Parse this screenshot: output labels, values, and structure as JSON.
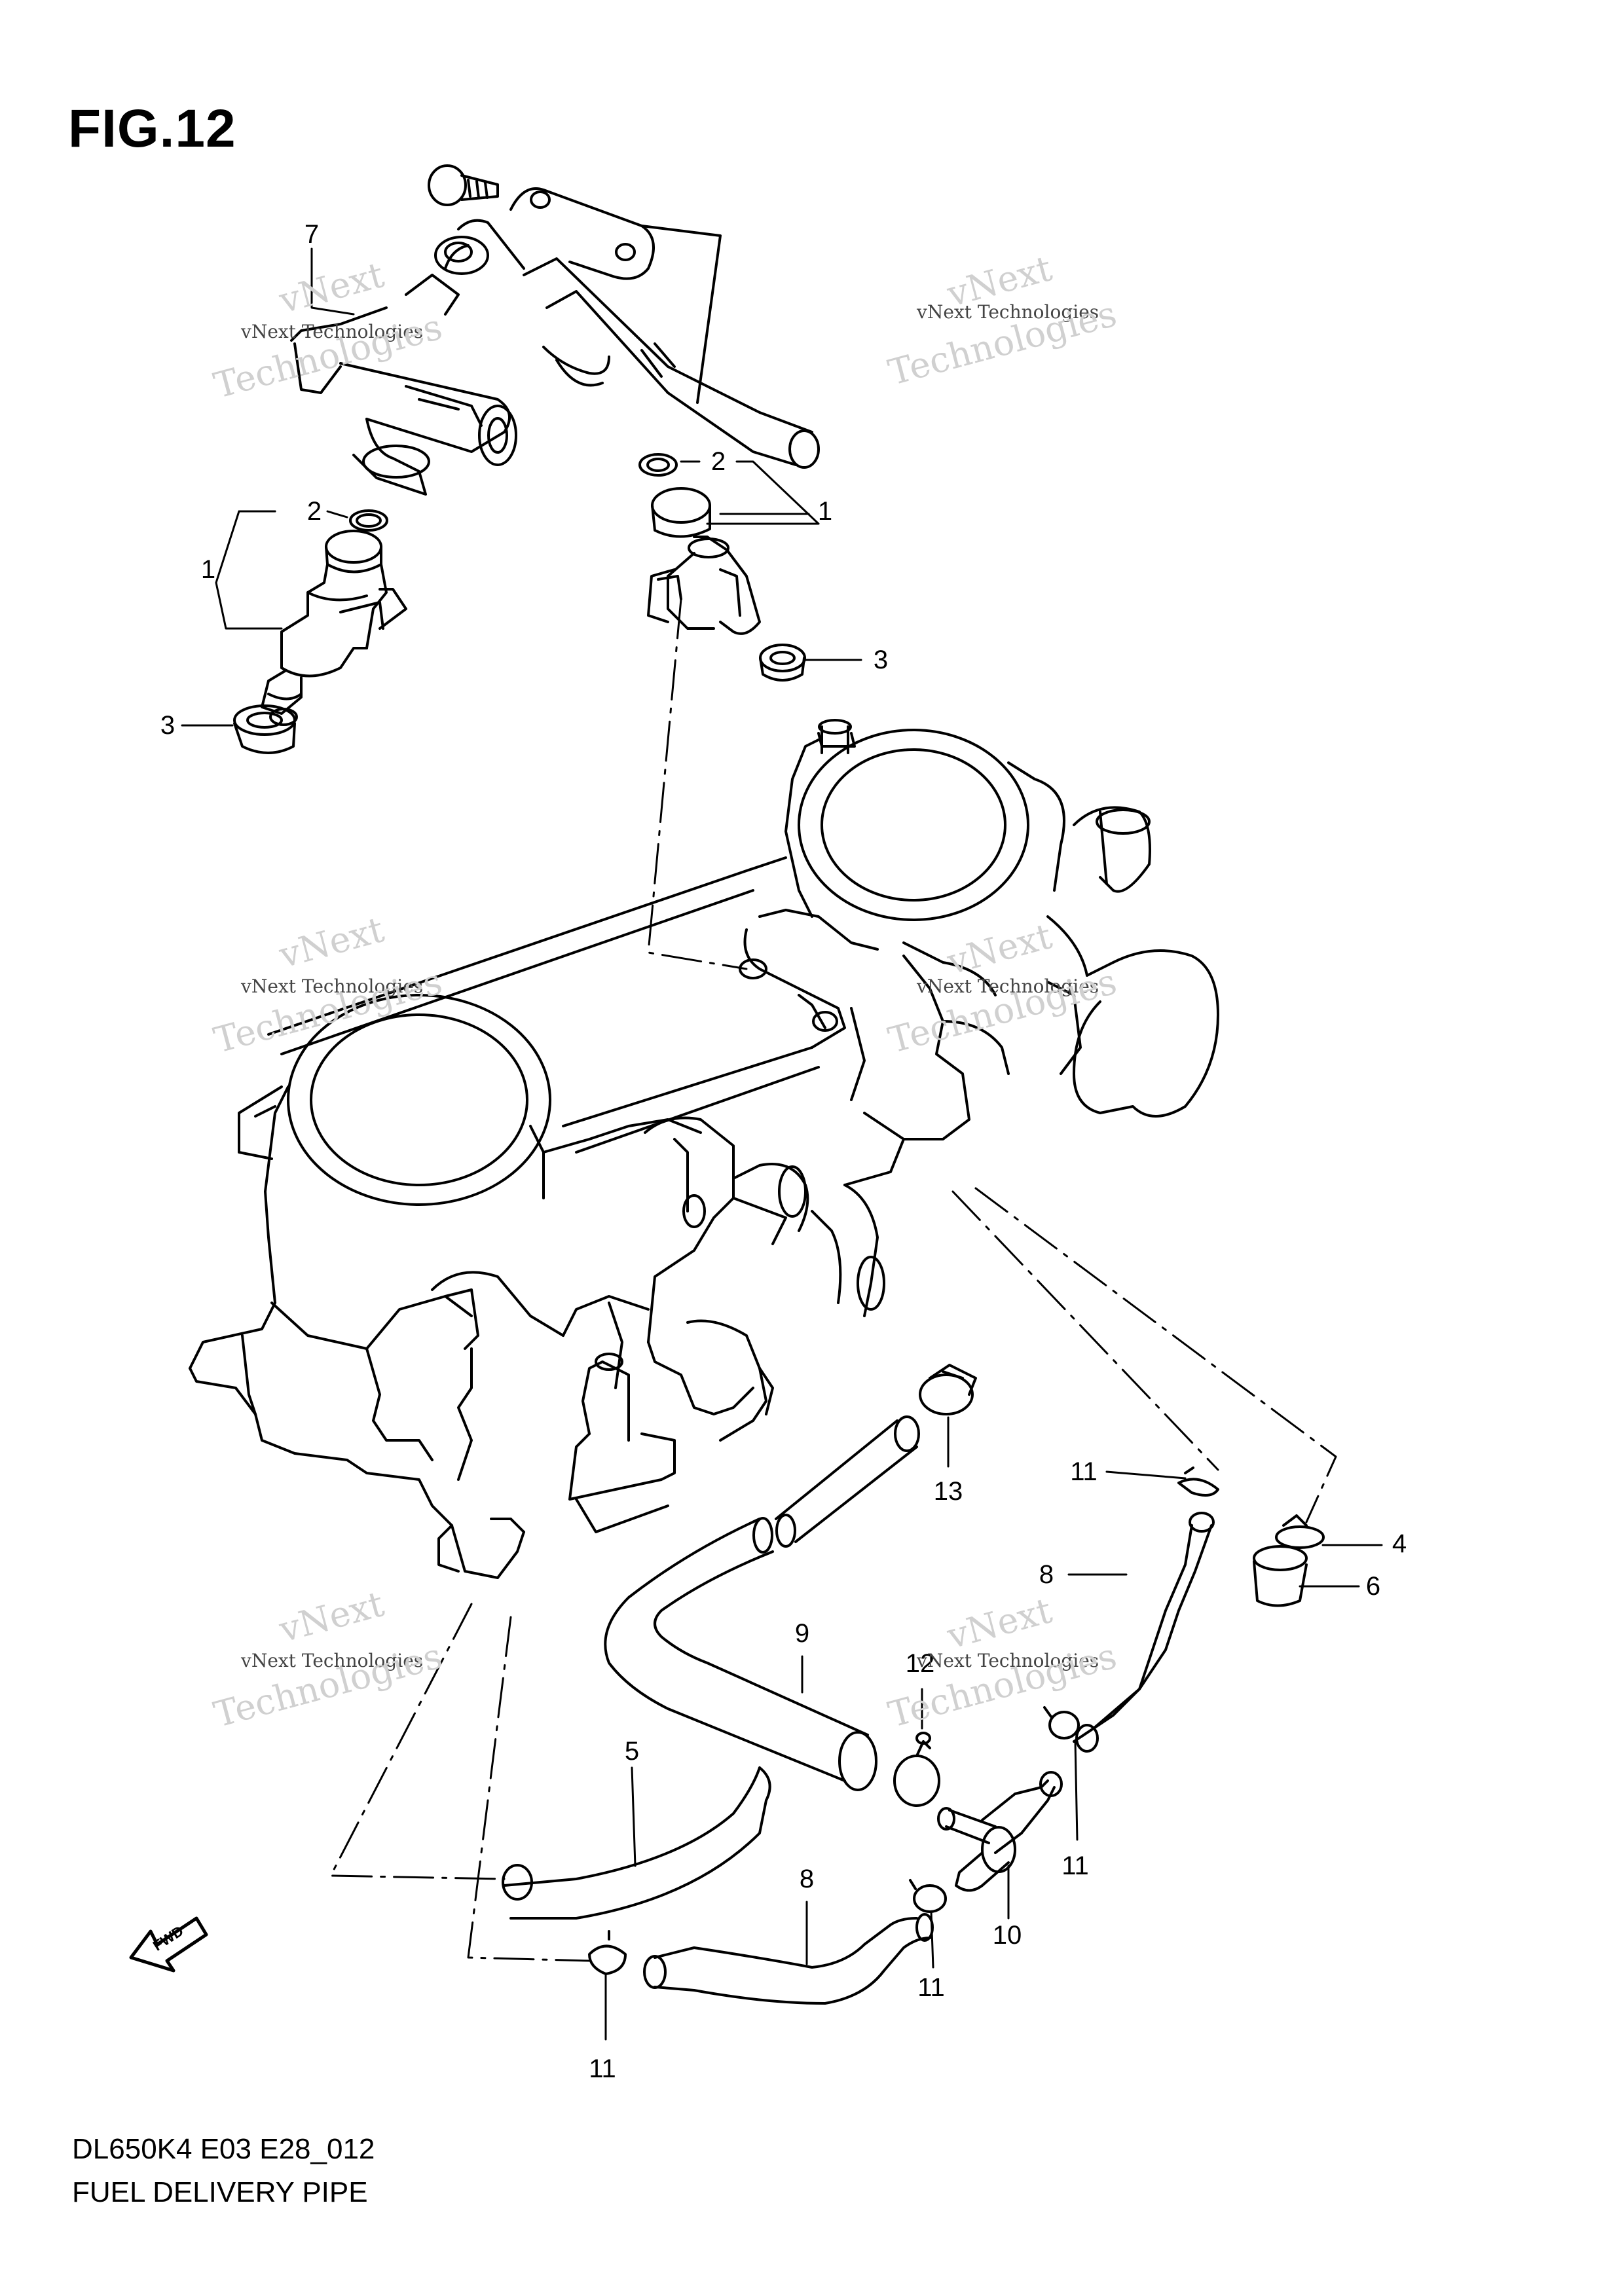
{
  "figure": {
    "title": "FIG.12"
  },
  "watermark": {
    "small": "vNext Technologies",
    "big_line1": "vNext",
    "big_line2": "Technologies"
  },
  "callouts": {
    "c7": "7",
    "c2a": "2",
    "c1a": "1",
    "c3a": "3",
    "c2b": "2",
    "c1b": "1",
    "c3b": "3",
    "c13": "13",
    "c11a": "11",
    "c4": "4",
    "c8a": "8",
    "c6": "6",
    "c9": "9",
    "c12": "12",
    "c5": "5",
    "c8b": "8",
    "c11b": "11",
    "c10": "10",
    "c11c": "11",
    "c11d": "11"
  },
  "fwd_label": "FWD",
  "footer": {
    "model_code": "DL650K4 E03 E28_012",
    "caption": "FUEL DELIVERY PIPE"
  }
}
